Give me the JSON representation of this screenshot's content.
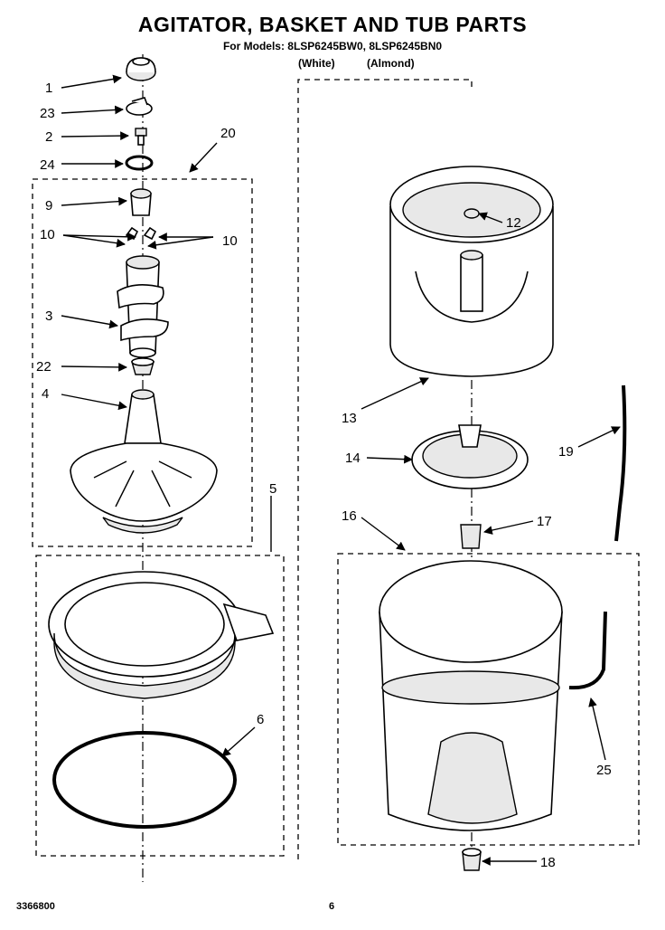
{
  "header": {
    "title": "AGITATOR, BASKET AND TUB PARTS",
    "models_line": "For Models: 8LSP6245BW0, 8LSP6245BN0",
    "variant_white": "(White)",
    "variant_almond": "(Almond)"
  },
  "callouts": {
    "c1": "1",
    "c23": "23",
    "c2": "2",
    "c24": "24",
    "c20": "20",
    "c9": "9",
    "c10a": "10",
    "c10b": "10",
    "c3": "3",
    "c22": "22",
    "c4": "4",
    "c5": "5",
    "c6": "6",
    "c12": "12",
    "c13": "13",
    "c14": "14",
    "c19": "19",
    "c16": "16",
    "c17": "17",
    "c25": "25",
    "c18": "18"
  },
  "footer": {
    "doc_number": "3366800",
    "page_number": "6"
  }
}
